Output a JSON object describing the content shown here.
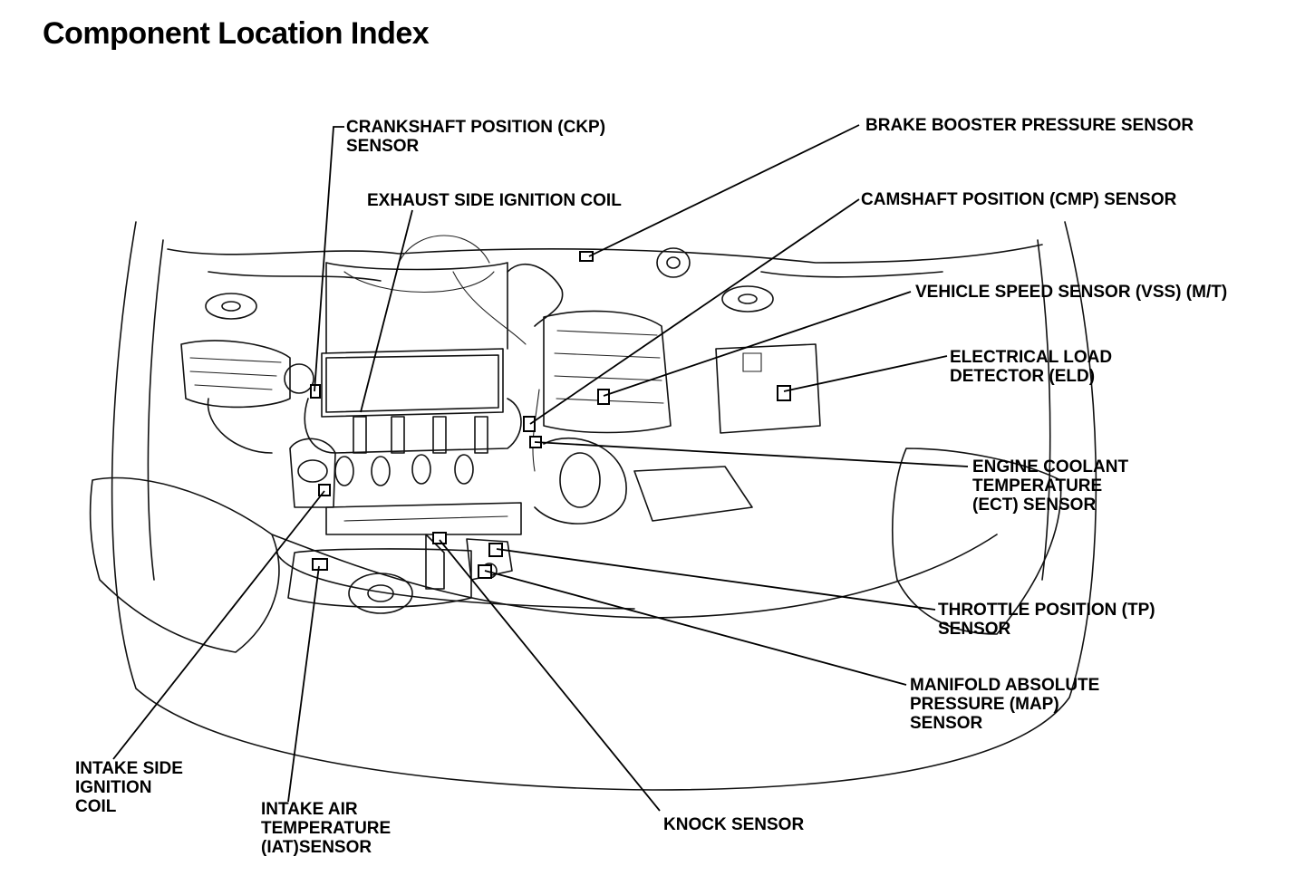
{
  "title": "Component Location Index",
  "labels": {
    "ckp": [
      "CRANKSHAFT POSITION (CKP)",
      "SENSOR"
    ],
    "exhaust_coil": [
      "EXHAUST SIDE IGNITION COIL"
    ],
    "brake_booster": [
      "BRAKE BOOSTER PRESSURE SENSOR"
    ],
    "cmp": [
      "CAMSHAFT POSITION (CMP) SENSOR"
    ],
    "vss": [
      "VEHICLE SPEED SENSOR (VSS) (M/T)"
    ],
    "eld": [
      "ELECTRICAL LOAD",
      "DETECTOR (ELD)"
    ],
    "ect": [
      "ENGINE COOLANT",
      "TEMPERATURE",
      "(ECT) SENSOR"
    ],
    "tp": [
      "THROTTLE POSITION (TP)",
      "SENSOR"
    ],
    "map": [
      "MANIFOLD ABSOLUTE",
      "PRESSURE (MAP)",
      "SENSOR"
    ],
    "intake_coil": [
      "INTAKE SIDE",
      "IGNITION",
      "COIL"
    ],
    "iat": [
      "INTAKE AIR",
      "TEMPERATURE",
      "(IAT)SENSOR"
    ],
    "knock": [
      "KNOCK SENSOR"
    ]
  }
}
